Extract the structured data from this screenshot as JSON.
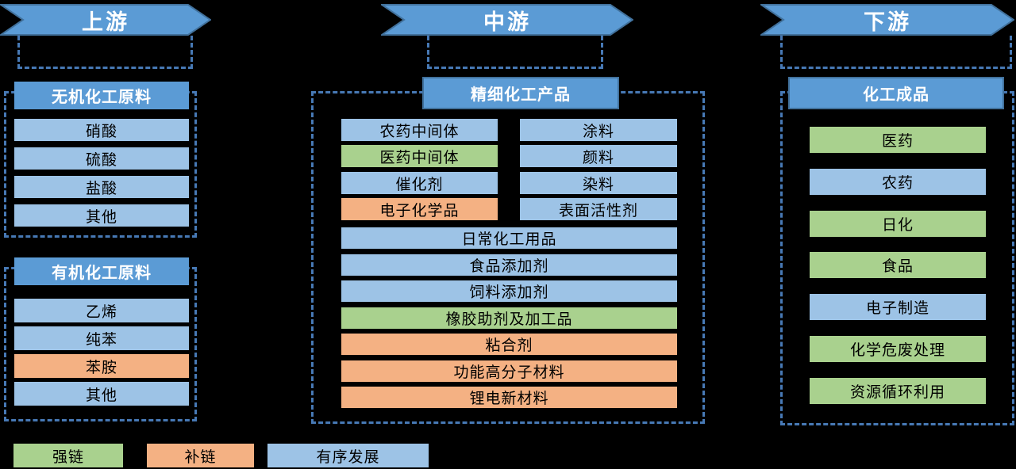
{
  "colors": {
    "banner_fill": "#5B9BD5",
    "banner_border": "#41719C",
    "item_blue": "#9DC3E6",
    "item_green": "#A9D18E",
    "item_orange": "#F4B183",
    "dashed_border": "#4779B5",
    "item_text": "#000000",
    "header_text": "#FFFFFF",
    "background": "#000000"
  },
  "banners": {
    "upstream": "上游",
    "midstream": "中游",
    "downstream": "下游"
  },
  "upstream": {
    "inorganic": {
      "header": "无机化工原料",
      "items": [
        {
          "label": "硝酸",
          "type": "orderly"
        },
        {
          "label": "硫酸",
          "type": "orderly"
        },
        {
          "label": "盐酸",
          "type": "orderly"
        },
        {
          "label": "其他",
          "type": "orderly"
        }
      ]
    },
    "organic": {
      "header": "有机化工原料",
      "items": [
        {
          "label": "乙烯",
          "type": "orderly"
        },
        {
          "label": "纯苯",
          "type": "orderly"
        },
        {
          "label": "苯胺",
          "type": "supplement"
        },
        {
          "label": "其他",
          "type": "orderly"
        }
      ]
    }
  },
  "midstream": {
    "header": "精细化工产品",
    "left_items": [
      {
        "label": "农药中间体",
        "type": "orderly"
      },
      {
        "label": "医药中间体",
        "type": "strengthen"
      },
      {
        "label": "催化剂",
        "type": "orderly"
      },
      {
        "label": "电子化学品",
        "type": "supplement"
      }
    ],
    "right_items": [
      {
        "label": "涂料",
        "type": "orderly"
      },
      {
        "label": "颜料",
        "type": "orderly"
      },
      {
        "label": "染料",
        "type": "orderly"
      },
      {
        "label": "表面活性剂",
        "type": "orderly"
      }
    ],
    "full_items": [
      {
        "label": "日常化工用品",
        "type": "orderly"
      },
      {
        "label": "食品添加剂",
        "type": "orderly"
      },
      {
        "label": "饲料添加剂",
        "type": "orderly"
      },
      {
        "label": "橡胶助剂及加工品",
        "type": "strengthen"
      },
      {
        "label": "粘合剂",
        "type": "supplement"
      },
      {
        "label": "功能高分子材料",
        "type": "supplement"
      },
      {
        "label": "锂电新材料",
        "type": "supplement"
      }
    ]
  },
  "downstream": {
    "header": "化工成品",
    "items": [
      {
        "label": "医药",
        "type": "strengthen"
      },
      {
        "label": "农药",
        "type": "orderly"
      },
      {
        "label": "日化",
        "type": "strengthen"
      },
      {
        "label": "食品",
        "type": "strengthen"
      },
      {
        "label": "电子制造",
        "type": "orderly"
      },
      {
        "label": "化学危废处理",
        "type": "strengthen"
      },
      {
        "label": "资源循环利用",
        "type": "strengthen"
      }
    ]
  },
  "legend": {
    "strengthen": {
      "label": "强链",
      "color": "#A9D18E"
    },
    "supplement": {
      "label": "补链",
      "color": "#F4B183"
    },
    "orderly": {
      "label": "有序发展",
      "color": "#9DC3E6"
    }
  }
}
